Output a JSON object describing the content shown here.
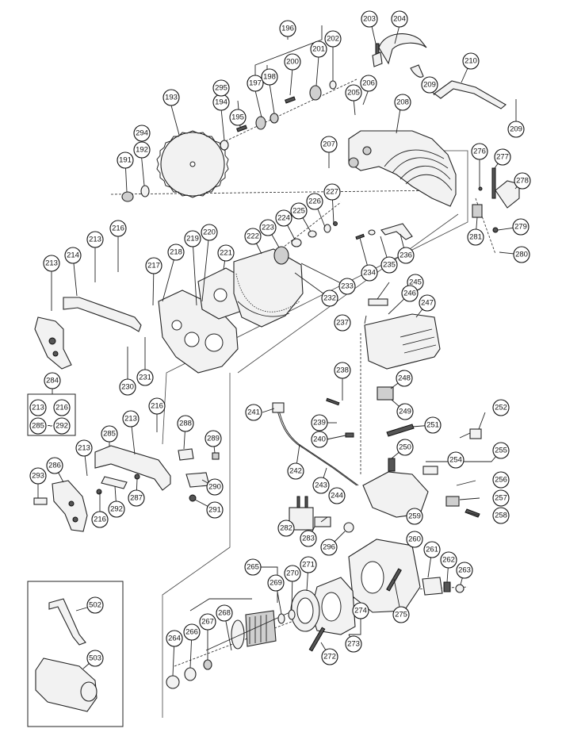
{
  "diagram": {
    "callouts": {
      "c191": "191",
      "c192": "192",
      "c193": "193",
      "c194": "194",
      "c195": "195",
      "c196": "196",
      "c197": "197",
      "c198": "198",
      "c200": "200",
      "c201": "201",
      "c202": "202",
      "c203": "203",
      "c204": "204",
      "c205": "205",
      "c206": "206",
      "c207": "207",
      "c208": "208",
      "c209a": "209",
      "c209b": "209",
      "c210": "210",
      "c213a": "213",
      "c213b": "213",
      "c213c": "213",
      "c213d": "213",
      "c214": "214",
      "c216a": "216",
      "c216b": "216",
      "c216c": "216",
      "c217": "217",
      "c218": "218",
      "c219": "219",
      "c220": "220",
      "c221": "221",
      "c222": "222",
      "c223": "223",
      "c224": "224",
      "c225": "225",
      "c226": "226",
      "c227": "227",
      "c230": "230",
      "c231": "231",
      "c232": "232",
      "c233": "233",
      "c234": "234",
      "c235": "235",
      "c236": "236",
      "c237": "237",
      "c238": "238",
      "c239": "239",
      "c240": "240",
      "c241": "241",
      "c242": "242",
      "c243": "243",
      "c244": "244",
      "c245": "245",
      "c246": "246",
      "c247": "247",
      "c248": "248",
      "c249": "249",
      "c250": "250",
      "c251": "251",
      "c252": "252",
      "c254": "254",
      "c255": "255",
      "c256": "256",
      "c257": "257",
      "c258": "258",
      "c259": "259",
      "c260": "260",
      "c261": "261",
      "c262": "262",
      "c263": "263",
      "c264": "264",
      "c265": "265",
      "c266": "266",
      "c267": "267",
      "c268": "268",
      "c269": "269",
      "c270": "270",
      "c271": "271",
      "c272": "272",
      "c273": "273",
      "c274": "274",
      "c275": "275",
      "c276": "276",
      "c277": "277",
      "c278": "278",
      "c279": "279",
      "c280": "280",
      "c281": "281",
      "c282": "282",
      "c283": "283",
      "c284": "284",
      "c285": "285",
      "c286": "286",
      "c287": "287",
      "c288": "288",
      "c289": "289",
      "c290": "290",
      "c291": "291",
      "c292": "292",
      "c293": "293",
      "c294": "294",
      "c295": "295",
      "c296": "296",
      "c502": "502",
      "c503": "503"
    },
    "kit_box": {
      "items": [
        "213",
        "216",
        "285",
        "292"
      ],
      "separator": "~"
    }
  }
}
